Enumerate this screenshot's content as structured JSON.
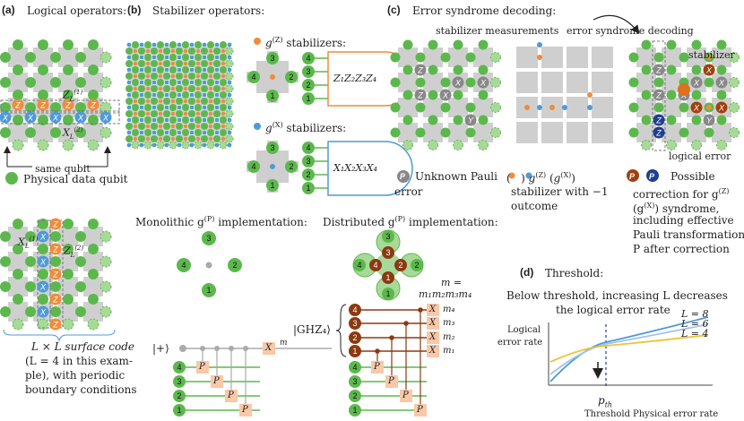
{
  "panel_a": {
    "tag": "(a)",
    "title": "Logical operators:",
    "same_qubit": "same qubit",
    "legend_data_qubit": "Physical data qubit",
    "caption_1": "L × L surface code",
    "caption_2": "(L = 4 in this exam-",
    "caption_3": "ple), with periodic",
    "caption_4": "boundary conditions",
    "z_label": "Z",
    "x_label": "X",
    "zl1": "Z",
    "xl2": "X",
    "xl1": "X",
    "zl2": "Z",
    "sup1": "(1)",
    "sup2": "(2)",
    "sub": "L"
  },
  "panel_b": {
    "tag": "(b)",
    "title": "Stabilizer operators:",
    "gz_stabilizers": "stabilizers:",
    "gx_stabilizers": "stabilizers:",
    "gz_label": "g",
    "gz_sup": "(Z)",
    "gx_sup": "(X)",
    "z_product": "Z₁Z₂Z₃Z₄",
    "x_product": "X₁X₂X₃X₄",
    "monolithic": "Monolithic g",
    "monolithic_end": "implementation:",
    "distributed": "Distributed g",
    "distributed_end": "implementation:",
    "p_sup": "(P)",
    "plus_state": "|+⟩",
    "ghz_state": "|GHZ₄⟩",
    "m_label": "m",
    "m_eq": "m =",
    "m_prod": "m₁m₂m₃m₄",
    "m1": "m₁",
    "m2": "m₂",
    "m3": "m₃",
    "m4": "m₄",
    "gate_p": "P",
    "gate_x": "X",
    "qubit_numbers": [
      "1",
      "2",
      "3",
      "4"
    ]
  },
  "panel_c": {
    "tag": "(c)",
    "title": "Error syndrome decoding:",
    "stabilizer_measurements": "stabilizer measurements",
    "error_syndrome_decoding": "error syndrome decoding",
    "stabilizer": "stabilizer",
    "logical_error": "logical error",
    "unknown_pauli_1": "Unknown Pauli",
    "unknown_pauli_2": "error",
    "p_symbol": "P",
    "stab_outcome_1": "stabilizer with −1",
    "stab_outcome_2": "outcome",
    "gzx_legend": "g",
    "possible_1": "Possible",
    "possible_2": "correction for g",
    "possible_3": "syndrome,",
    "possible_4": "including effective",
    "possible_5": "Pauli transformation",
    "possible_6": "P after correction",
    "possible_gx": "(g",
    "colors": {
      "orange": "#f08c3a",
      "blue": "#4f9ad8",
      "green": "#5cb84d",
      "brown": "#8b3a10",
      "navy": "#1f3f8f",
      "gray": "#cfcfcf"
    }
  },
  "panel_d": {
    "tag": "(d)",
    "title": "Threshold:",
    "desc_1": "Below threshold, increasing L decreases",
    "desc_2": "the logical error rate",
    "ylabel_1": "Logical",
    "ylabel_2": "error rate",
    "xlabel": "Physical error rate",
    "threshold_label": "Threshold",
    "p_th": "p",
    "p_th_sub": "th",
    "legend": [
      {
        "label": "L = 8",
        "color": "#4f9ad8"
      },
      {
        "label": "L = 6",
        "color": "#9fc4e8"
      },
      {
        "label": "L = 4",
        "color": "#f2c230"
      }
    ]
  }
}
